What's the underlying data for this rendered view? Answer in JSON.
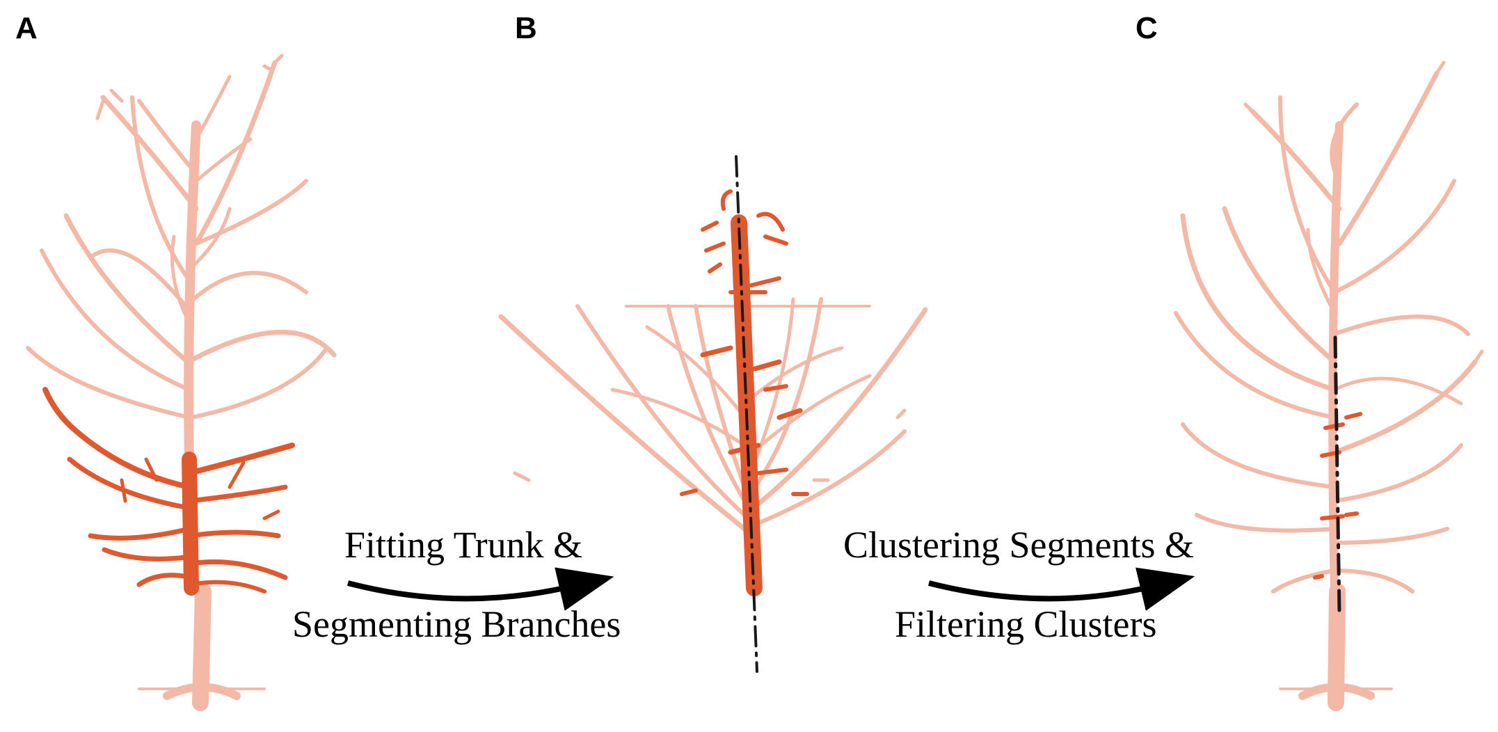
{
  "panels": {
    "a": {
      "letter": "A"
    },
    "b": {
      "letter": "B"
    },
    "c": {
      "letter": "C"
    }
  },
  "steps": {
    "step1": {
      "line1": "Fitting Trunk &",
      "line2": "Segmenting Branches"
    },
    "step2": {
      "line1": "Clustering Segments &",
      "line2": "Filtering Clusters"
    }
  },
  "colors": {
    "light_points": "#f3b9a6",
    "highlight_points": "#e0582e",
    "axis_line": "#1a1a1a",
    "arrow": "#000000"
  }
}
